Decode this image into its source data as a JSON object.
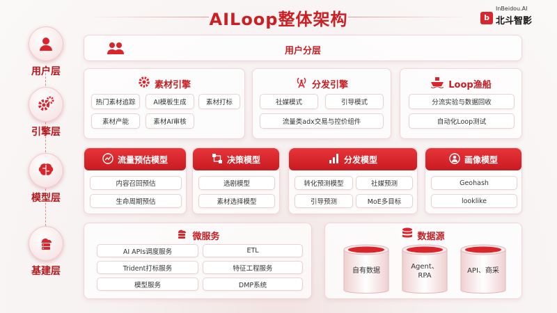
{
  "header": {
    "title": "AILoop整体架构",
    "logo_small": "InBeidou.AI",
    "logo_big": "北斗智影",
    "logo_mark": "b"
  },
  "layers": [
    {
      "label": "用户层",
      "icon": "user-icon"
    },
    {
      "label": "引擎层",
      "icon": "gears-icon"
    },
    {
      "label": "模型层",
      "icon": "brain-icon"
    },
    {
      "label": "基建层",
      "icon": "cloud-server-icon"
    }
  ],
  "user_layer": {
    "title": "用户分层",
    "icon": "users-icon"
  },
  "engines": {
    "material": {
      "title": "素材引擎",
      "icon": "gear-icon",
      "items": [
        "热门素材追踪",
        "AI模板生成",
        "素材打标",
        "素材产能",
        "素材AI审核"
      ]
    },
    "distribution": {
      "title": "分发引擎",
      "icon": "antenna-icon",
      "items": [
        "社媒模式",
        "引导模式",
        "流量类adx交易与控价组件"
      ]
    },
    "loop": {
      "title": "Loop渔船",
      "icon": "ship-icon",
      "items": [
        "分流实验与数据回收",
        "自动化Loop测试"
      ]
    }
  },
  "models": {
    "traffic": {
      "title": "流量预估模型",
      "icon": "trend-icon",
      "items": [
        "内容召回预估",
        "生命周期预估"
      ]
    },
    "decision": {
      "title": "决策模型",
      "icon": "flow-icon",
      "items": [
        "选剧模型",
        "素材选择模型"
      ]
    },
    "distribution": {
      "title": "分发模型",
      "icon": "bars-icon",
      "items": [
        "转化预测模型",
        "社媒预测",
        "引导预测",
        "MoE多目标"
      ]
    },
    "profile": {
      "title": "画像模型",
      "icon": "person-icon",
      "items": [
        "Geohash",
        "looklike"
      ]
    }
  },
  "infra": {
    "micro": {
      "title": "微服务",
      "icon": "service-icon",
      "items": [
        "AI APIs调度服务",
        "ETL",
        "Trident打标服务",
        "特征工程服务",
        "模型服务",
        "DMP系统"
      ]
    },
    "data": {
      "title": "数据源",
      "icon": "database-icon",
      "items": [
        "自有数据",
        "Agent、\nRPA",
        "API、商采"
      ]
    }
  },
  "colors": {
    "accent": "#c81b21",
    "accent_light": "#e8353a",
    "text": "#333333"
  }
}
